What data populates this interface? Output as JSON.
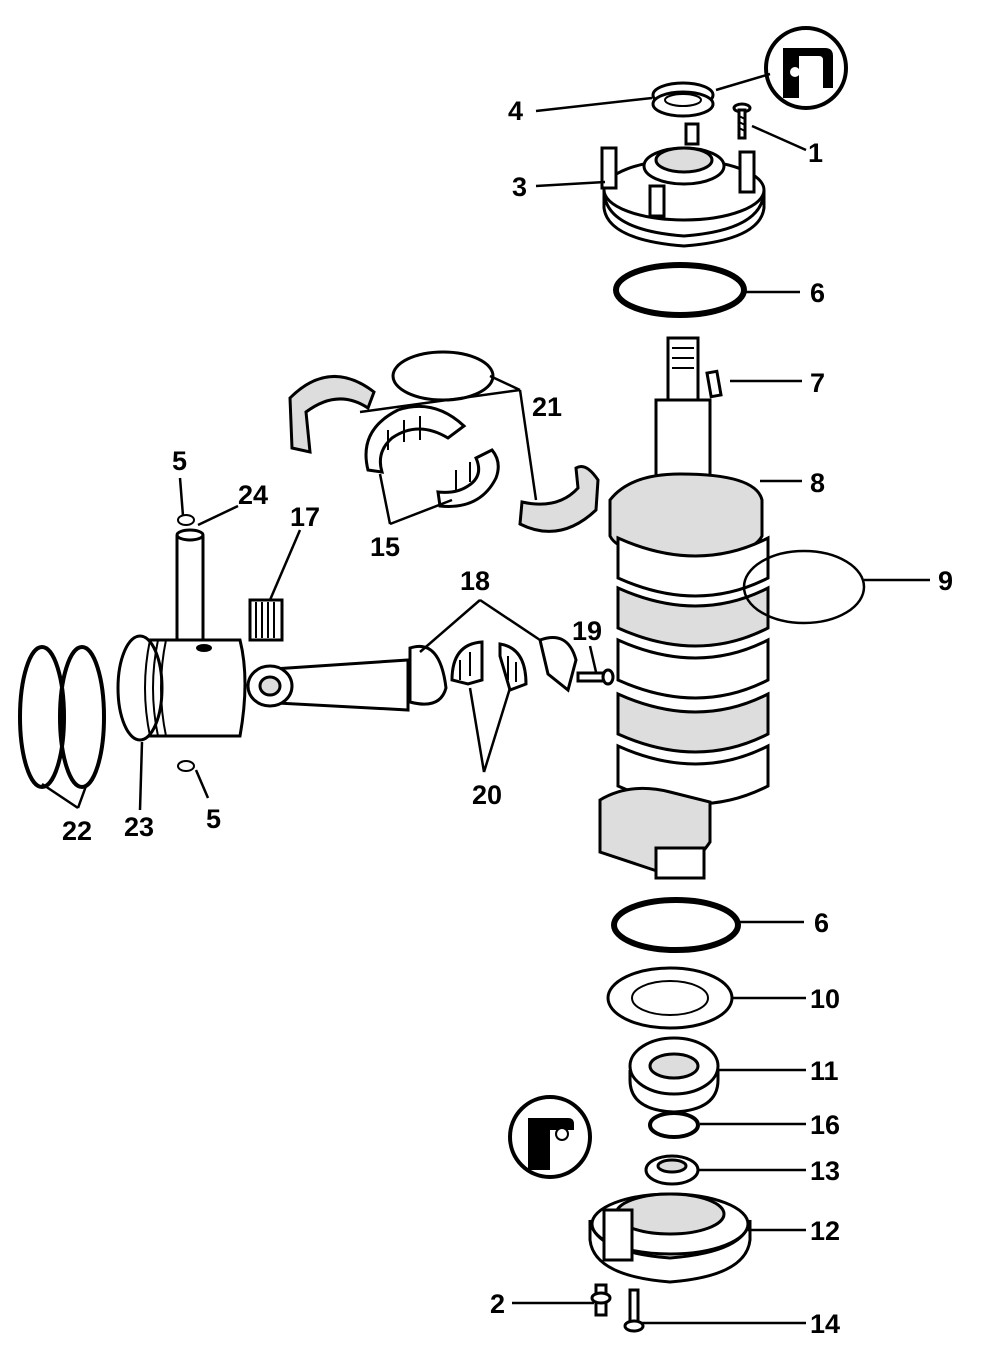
{
  "diagram": {
    "callouts": [
      {
        "id": "c1",
        "label": "1"
      },
      {
        "id": "c2",
        "label": "2"
      },
      {
        "id": "c3",
        "label": "3"
      },
      {
        "id": "c4",
        "label": "4"
      },
      {
        "id": "c5a",
        "label": "5"
      },
      {
        "id": "c5b",
        "label": "5"
      },
      {
        "id": "c6a",
        "label": "6"
      },
      {
        "id": "c6b",
        "label": "6"
      },
      {
        "id": "c7",
        "label": "7"
      },
      {
        "id": "c8",
        "label": "8"
      },
      {
        "id": "c9",
        "label": "9"
      },
      {
        "id": "c10",
        "label": "10"
      },
      {
        "id": "c11",
        "label": "11"
      },
      {
        "id": "c12",
        "label": "12"
      },
      {
        "id": "c13",
        "label": "13"
      },
      {
        "id": "c14",
        "label": "14"
      },
      {
        "id": "c15",
        "label": "15"
      },
      {
        "id": "c16",
        "label": "16"
      },
      {
        "id": "c17",
        "label": "17"
      },
      {
        "id": "c18",
        "label": "18"
      },
      {
        "id": "c19",
        "label": "19"
      },
      {
        "id": "c20",
        "label": "20"
      },
      {
        "id": "c21",
        "label": "21"
      },
      {
        "id": "c22",
        "label": "22"
      },
      {
        "id": "c23",
        "label": "23"
      },
      {
        "id": "c24",
        "label": "24"
      }
    ]
  }
}
